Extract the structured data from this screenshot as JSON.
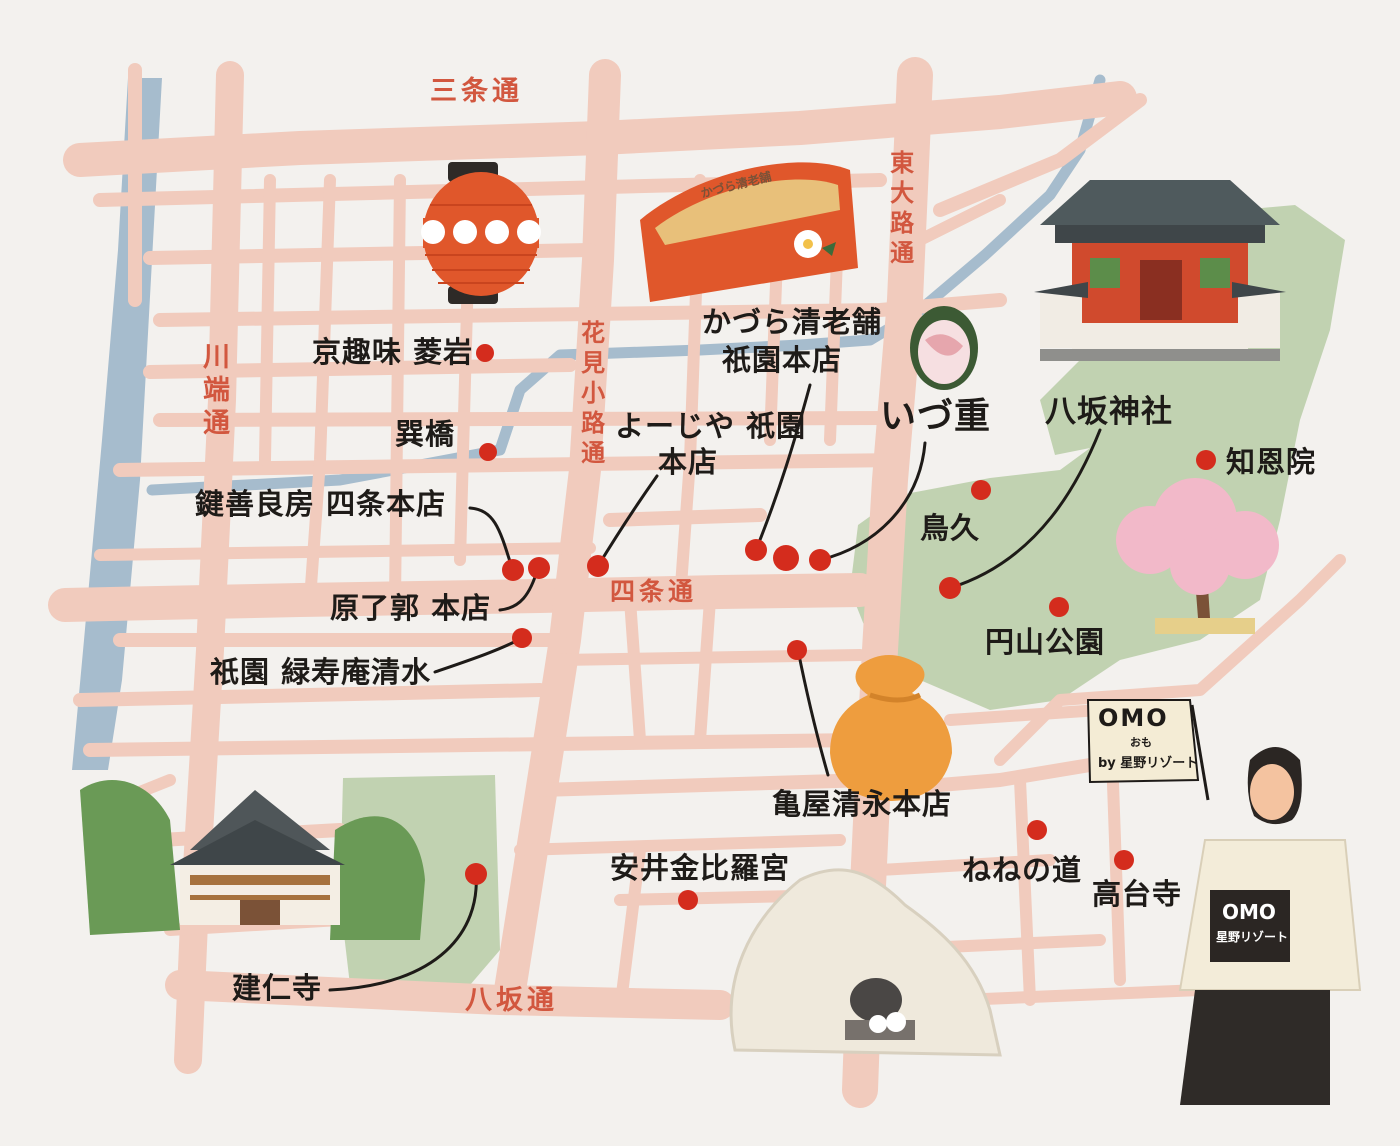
{
  "roads": {
    "sanjo": "三条通",
    "kawabata": "川端通",
    "hanamikoji": "花見小路通",
    "higashioji": "東大路通",
    "shijo": "四条通",
    "yasaka": "八坂通"
  },
  "places": {
    "kyoshumi_hishiiwa": "京趣味 菱岩",
    "tatsumibashi": "巽橋",
    "kagizen": "鍵善良房 四条本店",
    "harachohachi": "原了郭 本店",
    "ryokujuan": "祇園 緑寿庵清水",
    "yojiya_1": "よーじや 祇園",
    "yojiya_2": "本店",
    "kazurasei_1": "かづら清老舗",
    "kazurasei_2": "祇園本店",
    "izuju": "いづ重",
    "yasaka_jinja": "八坂神社",
    "chionin": "知恩院",
    "torikyu": "鳥久",
    "maruyama": "円山公園",
    "kameya": "亀屋清永本店",
    "yasui_konpiragu": "安井金比羅宮",
    "nene_no_michi": "ねねの道",
    "kodaiji": "高台寺",
    "kenninji": "建仁寺"
  },
  "illustrations": {
    "comb_text": "かづら清老舗",
    "flag_logo": "OMO",
    "flag_kana": "おも",
    "flag_sub": "by 星野リゾート",
    "bag_logo": "OMO",
    "bag_sub": "星野リゾート"
  },
  "colors": {
    "background": "#f3f1ee",
    "road": "#f1cbbd",
    "river": "#a6bccd",
    "park": "#c1d2b1",
    "marker": "#d42c1d",
    "road_label": "#d2573f",
    "text": "#1e1b18"
  }
}
